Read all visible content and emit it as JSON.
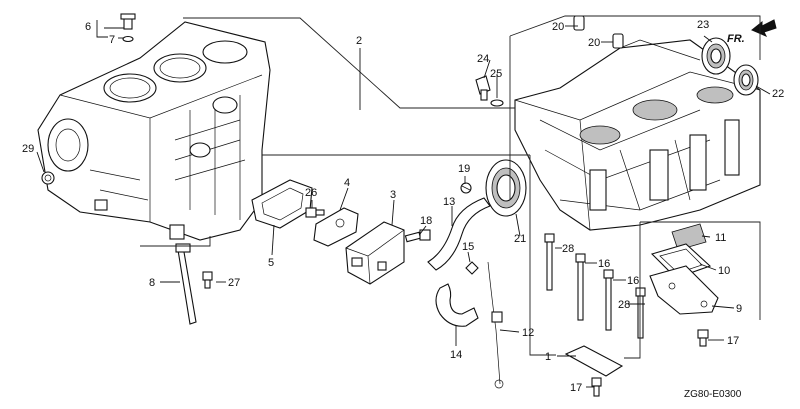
{
  "diagram": {
    "caption": "ZG80-E0300",
    "direction_label": "FR.",
    "part_numbers": {
      "p1": "1",
      "p2": "2",
      "p3": "3",
      "p4": "4",
      "p5": "5",
      "p6": "6",
      "p7": "7",
      "p8": "8",
      "p9": "9",
      "p10": "10",
      "p11": "11",
      "p12": "12",
      "p13": "13",
      "p14": "14",
      "p15": "15",
      "p16a": "16",
      "p16b": "16",
      "p17a": "17",
      "p17b": "17",
      "p18": "18",
      "p19": "19",
      "p20a": "20",
      "p20b": "20",
      "p21": "21",
      "p22": "22",
      "p23": "23",
      "p24": "24",
      "p25": "25",
      "p26": "26",
      "p27": "27",
      "p28a": "28",
      "p28b": "28",
      "p29": "29"
    }
  }
}
